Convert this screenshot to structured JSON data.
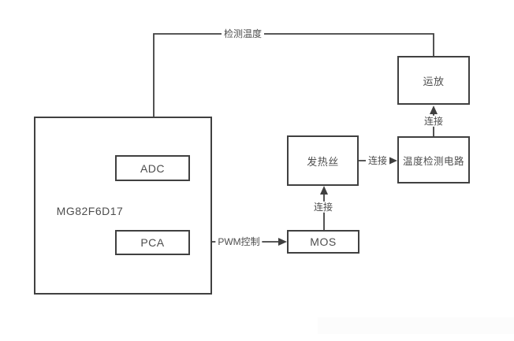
{
  "diagram": {
    "blocks": {
      "mcu": {
        "label": "MG82F6D17"
      },
      "adc": {
        "label": "ADC"
      },
      "pca": {
        "label": "PCA"
      },
      "heating_wire": {
        "label": "发热丝"
      },
      "mos": {
        "label": "MOS"
      },
      "temp_detect": {
        "label": "温度检测电路"
      },
      "op_amp": {
        "label": "运放"
      }
    },
    "edges": {
      "detect_temperature": {
        "label": "检测温度"
      },
      "pwm_control": {
        "label": "PWM控制"
      },
      "mos_to_heating": {
        "label": "连接"
      },
      "heating_to_temp_detect": {
        "label": "连接"
      },
      "temp_detect_to_op_amp": {
        "label": "连接"
      }
    },
    "colors": {
      "line": "#404040",
      "text": "#4d4d4d",
      "background": "#ffffff"
    }
  }
}
